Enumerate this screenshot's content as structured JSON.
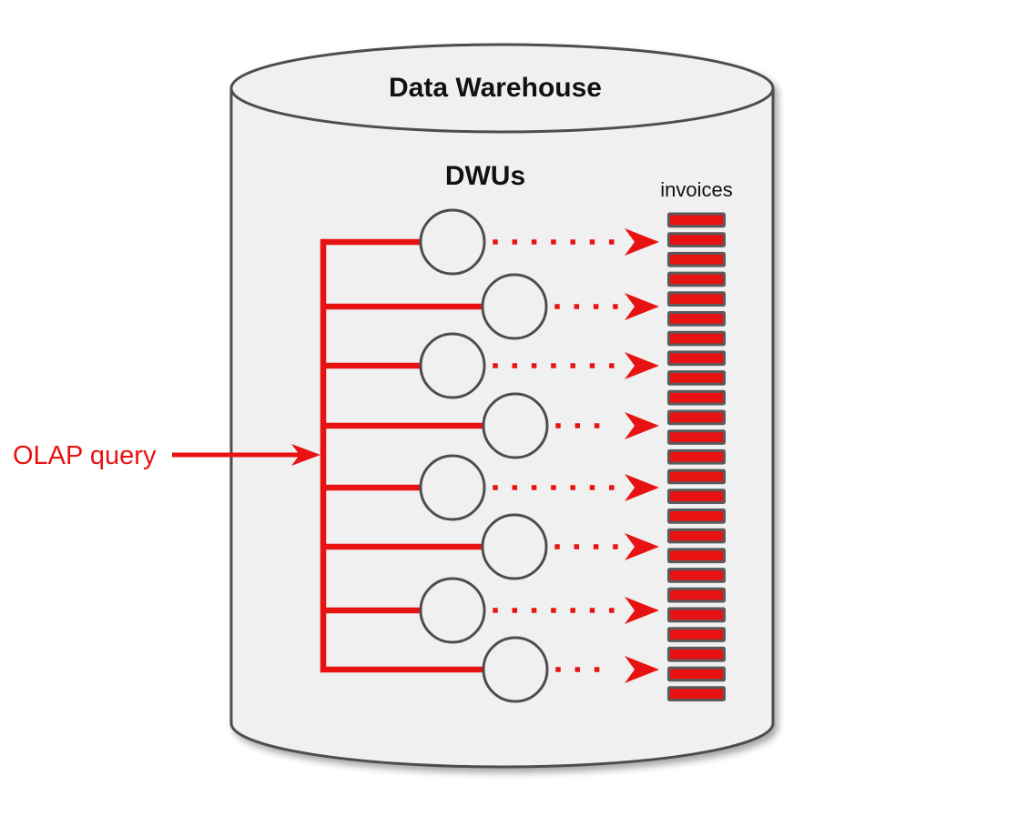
{
  "diagram": {
    "title": "Data Warehouse",
    "dwus_label": "DWUs",
    "invoices_label": "invoices",
    "olap_query_label": "OLAP query",
    "dwu_count": 8,
    "invoice_count": 25,
    "colors": {
      "red": "#e81212",
      "outline_gray": "#4d4d4d",
      "cylinder_fill": "#f0f0f0",
      "invoice_border": "#5a5a5a",
      "text_black": "#111111",
      "page_bg": "#ffffff"
    }
  }
}
